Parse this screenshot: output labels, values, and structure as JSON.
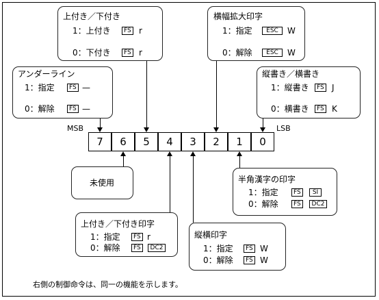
{
  "labels": {
    "msb": "MSB",
    "lsb": "LSB"
  },
  "bits": [
    "7",
    "6",
    "5",
    "4",
    "3",
    "2",
    "1",
    "0"
  ],
  "underline": {
    "title": "アンダーライン",
    "l1": "1：指定",
    "l1_k": "FS",
    "l1_v": "—",
    "l2": "0：解除",
    "l2_k": "FS",
    "l2_v": "—"
  },
  "superscript": {
    "title": "上付き／下付き",
    "l1": "1：上付き",
    "l1_k": "FS",
    "l1_v": "r",
    "l2": "0：下付き",
    "l2_k": "FS",
    "l2_v": "r"
  },
  "horizontal_enlarge": {
    "title": "横幅拡大印字",
    "l1": "1：指定",
    "l1_k": "ESC",
    "l1_v": "W",
    "l2": "0：解除",
    "l2_k": "ESC",
    "l2_v": "W"
  },
  "vertical_horizontal": {
    "title": "縦書き／横書き",
    "l1": "1：縦書き",
    "l1_k": "FS",
    "l1_v": "J",
    "l2": "0：横書き",
    "l2_k": "FS",
    "l2_v": "K"
  },
  "unused": {
    "title": "未使用"
  },
  "half_kanji": {
    "title": "半角漢字の印字",
    "l1": "1：指定",
    "l1_k1": "FS",
    "l1_k2": "SI",
    "l2": "0：解除",
    "l2_k1": "FS",
    "l2_k2": "DC2"
  },
  "super_print": {
    "title": "上付き／下付き印字",
    "l1": "1：指定",
    "l1_k": "FS",
    "l1_v": "r",
    "l2": "0：解除",
    "l2_k1": "FS",
    "l2_k2": "DC2"
  },
  "vertical_enlarge": {
    "title": "縦横印字",
    "l1": "1：指定",
    "l1_k": "FS",
    "l1_v": "W",
    "l2": "0：解除",
    "l2_k": "FS",
    "l2_v": "W"
  },
  "footnote": "右側の制御命令は、同一の機能を示します。"
}
